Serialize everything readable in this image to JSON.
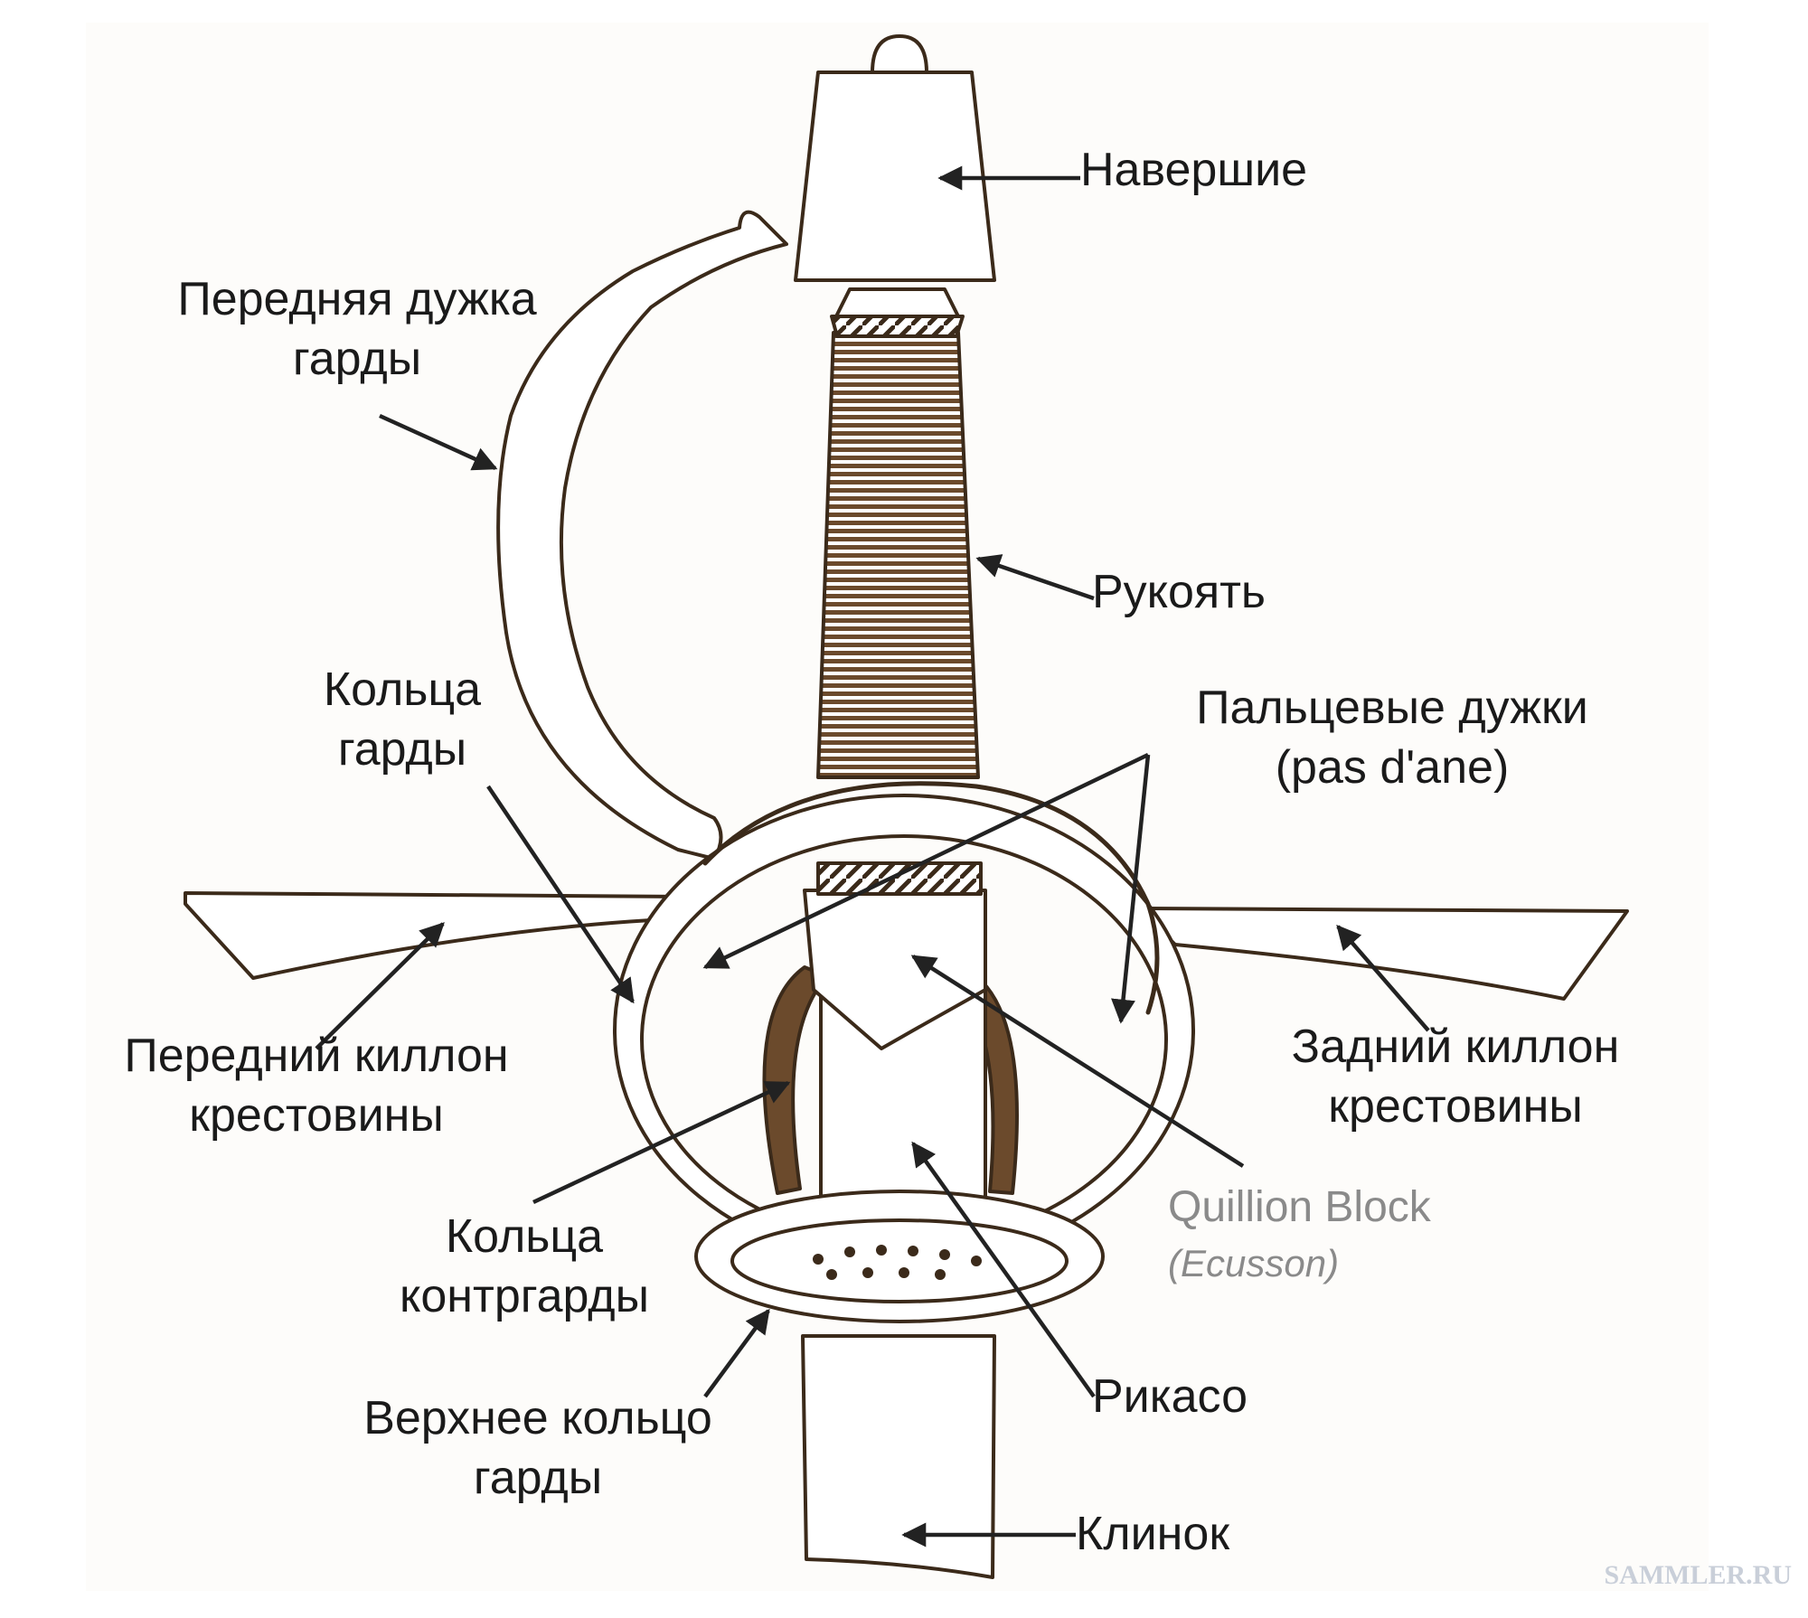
{
  "labels": {
    "pommel": "Навершие",
    "knuckle_bow": [
      "Передняя дужка",
      "гарды"
    ],
    "grip": "Рукоять",
    "guard_rings": [
      "Кольца",
      "гарды"
    ],
    "pas_dane": [
      "Пальцевые дужки",
      "(pas d'ane)"
    ],
    "front_quillon": [
      "Передний киллон",
      "крестовины"
    ],
    "rear_quillon": [
      "Задний киллон",
      "крестовины"
    ],
    "quillon_block": [
      "Quillion Block",
      "(Ecusson)"
    ],
    "counterguard_rings": [
      "Кольца",
      "контргарды"
    ],
    "ricasso": "Рикасо",
    "upper_guard_ring": [
      "Верхнее кольцо",
      "гарды"
    ],
    "blade": "Клинок"
  },
  "watermark": "SAMMLER.RU",
  "colors": {
    "line": "#3b2a1a",
    "grip_wrap": "#6b4a2c",
    "background": "#fdfcfa",
    "arrow": "#222222"
  }
}
